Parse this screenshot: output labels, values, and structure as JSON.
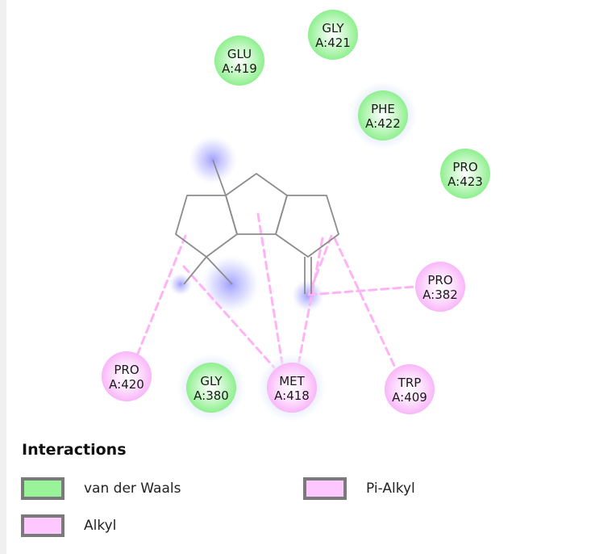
{
  "residues": [
    {
      "name": "GLU",
      "id": "A:419",
      "type": "vdw",
      "halo": false
    },
    {
      "name": "GLY",
      "id": "A:421",
      "type": "vdw",
      "halo": false
    },
    {
      "name": "PHE",
      "id": "A:422",
      "type": "vdw",
      "halo": true
    },
    {
      "name": "PRO",
      "id": "A:423",
      "type": "vdw",
      "halo": false
    },
    {
      "name": "PRO",
      "id": "A:382",
      "type": "alkyl",
      "halo": false
    },
    {
      "name": "PRO",
      "id": "A:420",
      "type": "alkyl",
      "halo": false
    },
    {
      "name": "GLY",
      "id": "A:380",
      "type": "vdw",
      "halo": true
    },
    {
      "name": "MET",
      "id": "A:418",
      "type": "alkyl",
      "halo": true
    },
    {
      "name": "TRP",
      "id": "A:409",
      "type": "alkyl",
      "halo": false
    }
  ],
  "legend": {
    "title": "Interactions",
    "items": [
      {
        "label": "van der Waals",
        "color": "#99f499"
      },
      {
        "label": "Pi-Alkyl",
        "color": "#ffc7ff"
      },
      {
        "label": "Alkyl",
        "color": "#ffc7ff"
      }
    ]
  },
  "colors": {
    "vdw_fill": "#99f499",
    "alkyl_fill": "#ffc7ff",
    "interaction_line": "#ffb3f5",
    "bond": "#8c8c8c",
    "solvent_blob": "#8a8aff"
  }
}
